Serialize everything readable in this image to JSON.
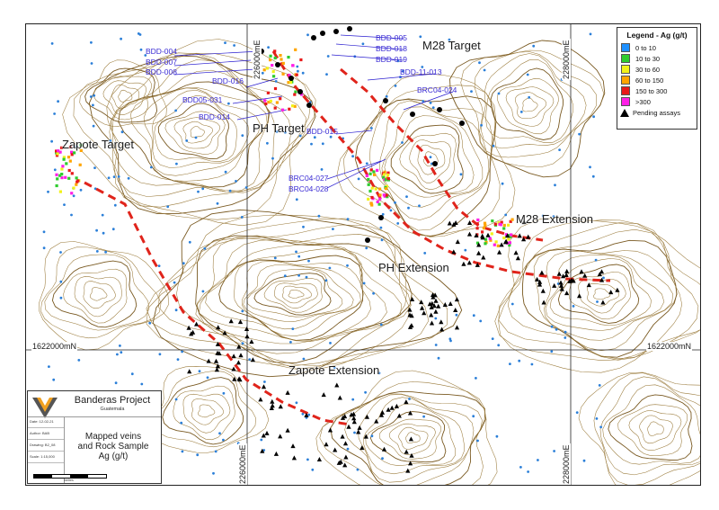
{
  "map": {
    "targets": [
      {
        "id": "zapote-target",
        "label": "Zapote Target"
      },
      {
        "id": "ph-target",
        "label": "PH Target"
      },
      {
        "id": "m28-target",
        "label": "M28 Target"
      },
      {
        "id": "m28-extension",
        "label": "M28 Extension"
      },
      {
        "id": "ph-extension",
        "label": "PH Extension"
      },
      {
        "id": "zapote-extension",
        "label": "Zapote Extension"
      }
    ],
    "drillholes": [
      "BDD-004",
      "BDD-007",
      "BDD-008",
      "BDD-016",
      "BDD05-031",
      "BDD-014",
      "BDD-005",
      "BDD-018",
      "BDD-019",
      "BDD-11-013",
      "BRC04-024",
      "BDD-015",
      "BRC04-027",
      "BRC04-028"
    ],
    "coordinates": {
      "northing": "1622000mN",
      "northing_right": "1622000mN",
      "easting_top_left": "226000mE",
      "easting_top_right": "228000mE",
      "easting_bottom_left": "226000mE",
      "easting_bottom_right": "228000mE"
    },
    "colors": {
      "contour": "#9a7a3a",
      "contour_index": "#7a5a22",
      "vein": "#e0241b",
      "drillhole_trace": "#2b1fd0",
      "grid": "#222222",
      "rock_sample": "#2b7fd8"
    }
  },
  "legend": {
    "title": "Legend - Ag (g/t)",
    "classes": [
      {
        "label": "0 to 10",
        "color": "#1e90ff"
      },
      {
        "label": "10 to 30",
        "color": "#2ecc2e"
      },
      {
        "label": "30 to 60",
        "color": "#f2f21a"
      },
      {
        "label": "60 to 150",
        "color": "#ffa500"
      },
      {
        "label": "150 to 300",
        "color": "#e81919"
      },
      {
        "label": ">300",
        "color": "#ff1ee6"
      }
    ],
    "pending_label": "Pending assays"
  },
  "title_block": {
    "project": "Banderas Project",
    "country": "Guatemala",
    "map_title_line1": "Mapped veins",
    "map_title_line2": "and Rock Sample",
    "map_title_line3": "Ag (g/t)",
    "meta": [
      "Date: 12-02-21",
      "Author: BAB",
      "Drawing: B2_08",
      "Scale: 1:15,000"
    ],
    "scale_text": "metres"
  }
}
